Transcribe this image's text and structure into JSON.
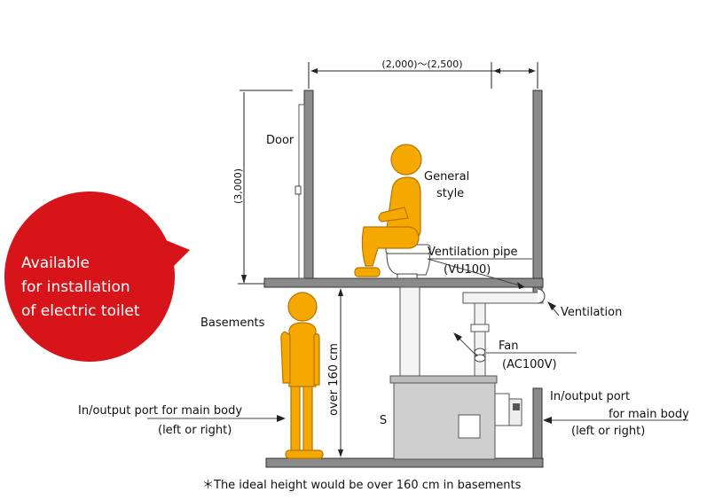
{
  "dimensions": {
    "width_label": "(2,000)～(2,500)",
    "height_label": "(3,000)",
    "basement_height_label": "over 160 cm"
  },
  "labels": {
    "door": "Door",
    "general_style_line1": "General",
    "general_style_line2": "style",
    "ventilation_pipe": "Ventilation pipe",
    "ventilation_pipe_model": "(VU100)",
    "ventilation": "Ventilation",
    "fan": "Fan",
    "fan_power": "(AC100V)",
    "basements": "Basements",
    "tank_letter": "S",
    "left_port_line1": "In/output port for main body",
    "left_port_line2": "(left or right)",
    "right_port_line1": "In/output port",
    "right_port_line2": "for main body",
    "right_port_line3": "(left or right)"
  },
  "badge": {
    "line1": "Available",
    "line2": "for installation",
    "line3": "of electric toilet",
    "color": "#d7141a"
  },
  "footnote": "＊The ideal height would be over 160 cm in basements",
  "colors": {
    "figure": "#f5a800",
    "figure_outline": "#b87400",
    "wall": "#8a8a8a",
    "pipe": "#e8e8e8",
    "tank": "#cfcfcf"
  }
}
